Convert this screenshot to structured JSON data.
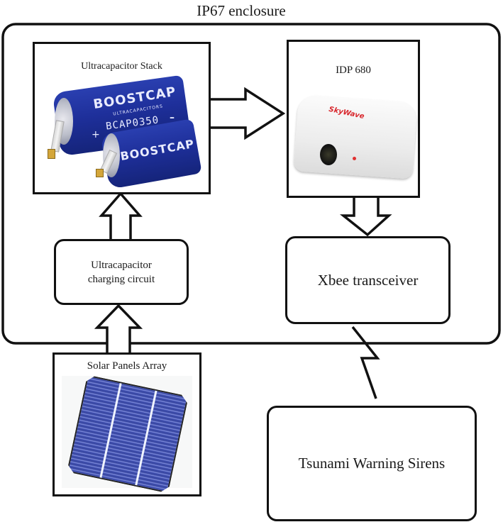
{
  "title": "IP67 enclosure",
  "blocks": {
    "ultracap_stack": {
      "label": "Ultracapacitor Stack",
      "image": {
        "brand": "BOOSTCAP",
        "subtitle": "ULTRACAPACITORS",
        "model": "BCAP0350",
        "plus": "+",
        "minus": "–"
      }
    },
    "idp": {
      "label": "IDP 680",
      "image": {
        "brand": "SkyWave"
      }
    },
    "charging_circuit": {
      "label_line1": "Ultracapacitor",
      "label_line2": "charging circuit"
    },
    "xbee": {
      "label": "Xbee transceiver"
    },
    "solar": {
      "label": "Solar Panels Array"
    },
    "sirens": {
      "label": "Tsunami Warning Sirens"
    }
  },
  "connections": [
    {
      "from": "Solar Panels Array",
      "to": "Ultracapacitor charging circuit",
      "type": "block-arrow"
    },
    {
      "from": "Ultracapacitor charging circuit",
      "to": "Ultracapacitor Stack",
      "type": "block-arrow"
    },
    {
      "from": "Ultracapacitor Stack",
      "to": "IDP 680",
      "type": "block-arrow"
    },
    {
      "from": "IDP 680",
      "to": "Xbee transceiver",
      "type": "block-arrow"
    },
    {
      "from": "Xbee transceiver",
      "to": "Tsunami Warning Sirens",
      "type": "wireless-link"
    }
  ]
}
